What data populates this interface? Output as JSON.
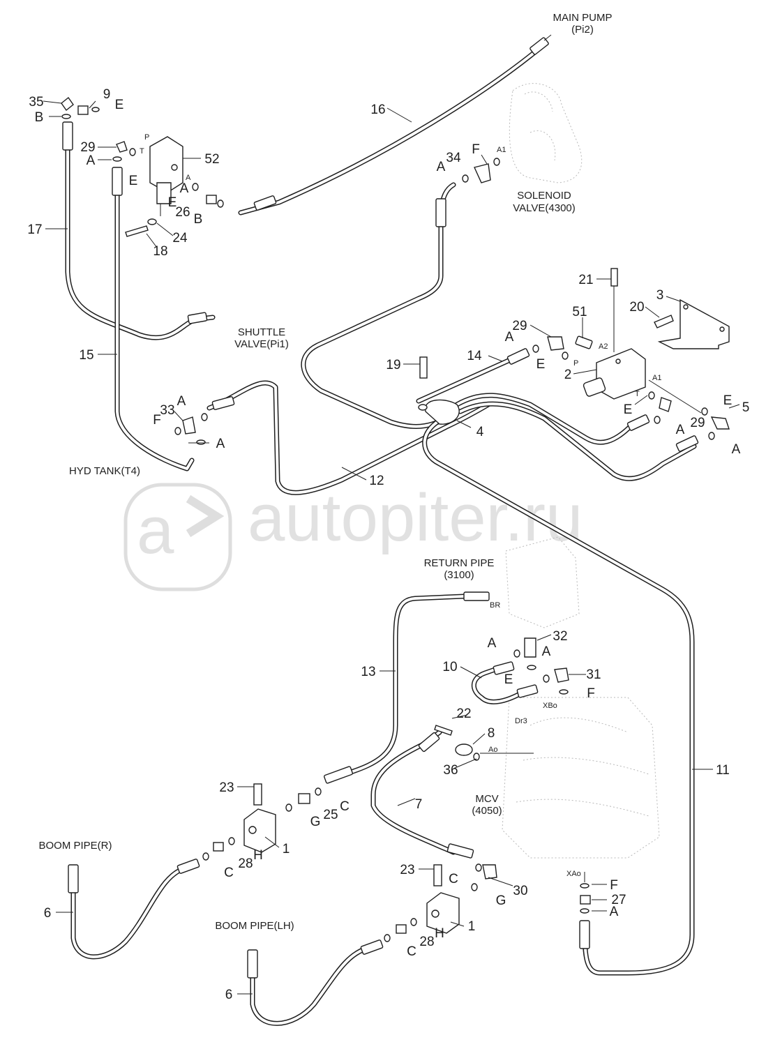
{
  "watermark": {
    "text": "autopiter.ru"
  },
  "components": {
    "main_pump": [
      "MAIN PUMP",
      "(Pi2)"
    ],
    "solenoid_valve": [
      "SOLENOID",
      "VALVE(4300)"
    ],
    "shuttle_valve": [
      "SHUTTLE",
      "VALVE(Pi1)"
    ],
    "hyd_tank": [
      "HYD TANK(T4)"
    ],
    "return_pipe": [
      "RETURN PIPE",
      "(3100)"
    ],
    "mcv": [
      "MCV",
      "(4050)"
    ],
    "boom_pipe_r": [
      "BOOM PIPE(R)"
    ],
    "boom_pipe_lh": [
      "BOOM PIPE(LH)"
    ]
  },
  "ports": {
    "p_top": "P",
    "t_top": "T",
    "a_top": "A",
    "a1_sol": "A1",
    "a2": "A2",
    "p_mid": "P",
    "a1_mid": "A1",
    "t_mid": "T",
    "br": "BR",
    "xbo": "XBo",
    "dr3": "Dr3",
    "ao": "Ao",
    "xao": "XAo"
  },
  "callouts": {
    "c35": "35",
    "c9": "9",
    "cE1": "E",
    "cB1": "B",
    "c29a": "29",
    "cA1": "A",
    "c52": "52",
    "cE2": "E",
    "cA2": "A",
    "cE3": "E",
    "c26": "26",
    "cB2": "B",
    "c24": "24",
    "c18": "18",
    "c17": "17",
    "c16": "16",
    "cA3": "A",
    "c34": "34",
    "cF1": "F",
    "c21": "21",
    "c3": "3",
    "c20": "20",
    "c51": "51",
    "c29b": "29",
    "cA4": "A",
    "cE4": "E",
    "c19": "19",
    "c14": "14",
    "c2": "2",
    "cE5": "E",
    "c29c": "29",
    "cA5": "A",
    "cE6": "E",
    "c5": "5",
    "cA6": "A",
    "c4": "4",
    "c15": "15",
    "cA7": "A",
    "c33": "33",
    "cF2": "F",
    "cA8": "A",
    "c12": "12",
    "c13": "13",
    "cA9": "A",
    "c32": "32",
    "cA10": "A",
    "c10": "10",
    "cE7": "E",
    "c31": "31",
    "cF3": "F",
    "c22": "22",
    "c8": "8",
    "c36": "36",
    "c11": "11",
    "c23a": "23",
    "c25": "25",
    "cC1": "C",
    "cG1": "G",
    "c1a": "1",
    "c28a": "28",
    "cH1": "H",
    "cC2": "C",
    "c6a": "6",
    "c7": "7",
    "c23b": "23",
    "cC3": "C",
    "c30": "30",
    "cG2": "G",
    "c1b": "1",
    "c28b": "28",
    "cH2": "H",
    "cC4": "C",
    "c6b": "6",
    "cF4": "F",
    "c27": "27",
    "cA11": "A"
  }
}
